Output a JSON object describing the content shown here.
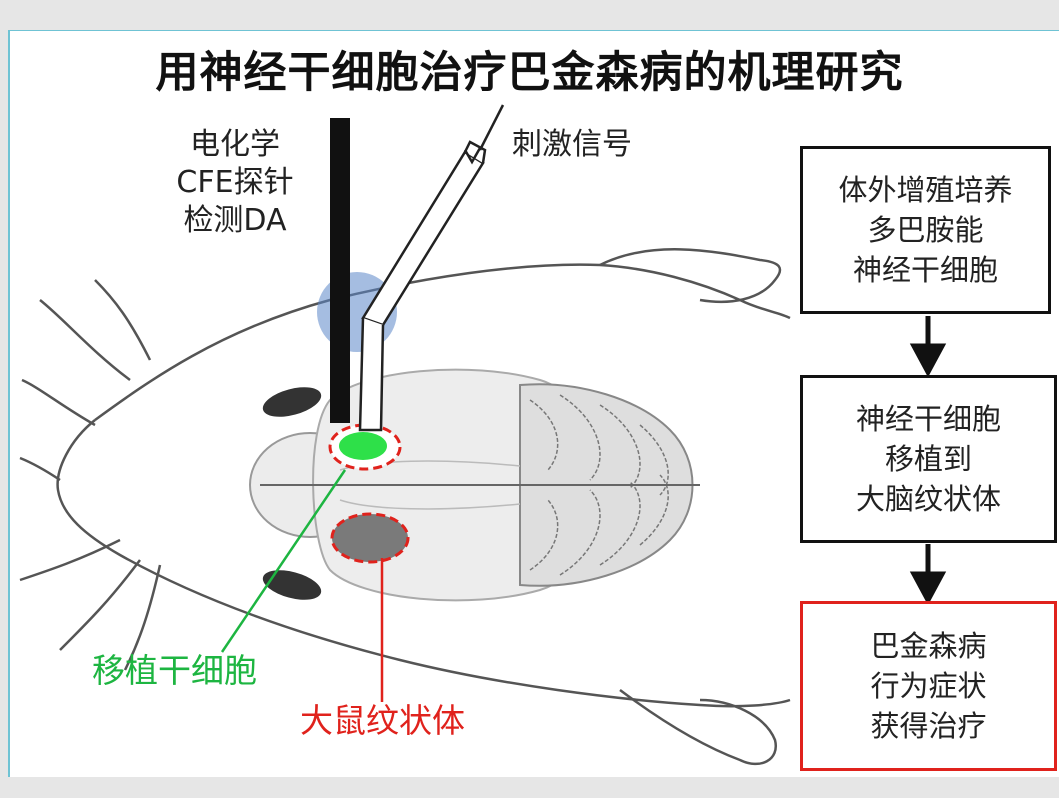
{
  "title": "用神经干细胞治疗巴金森病的机理研究",
  "probe_label": [
    "电化学",
    "CFE探针",
    "检测DA"
  ],
  "stim_label": "刺激信号",
  "transplant_label": "移植干细胞",
  "striatum_label": "大鼠纹状体",
  "flow_steps": [
    {
      "lines": [
        "体外增殖培养",
        "多巴胺能",
        "神经干细胞"
      ],
      "border": "#111111"
    },
    {
      "lines": [
        "神经干细胞",
        "移植到",
        "大脑纹状体"
      ],
      "border": "#111111"
    },
    {
      "lines": [
        "巴金森病",
        "行为症状",
        "获得治疗"
      ],
      "border": "#e0221c"
    }
  ],
  "colors": {
    "accent_green": "#1db541",
    "accent_red": "#e0221c",
    "probe_circle": "#5b86c8",
    "frame_border": "#6fc3d4"
  }
}
